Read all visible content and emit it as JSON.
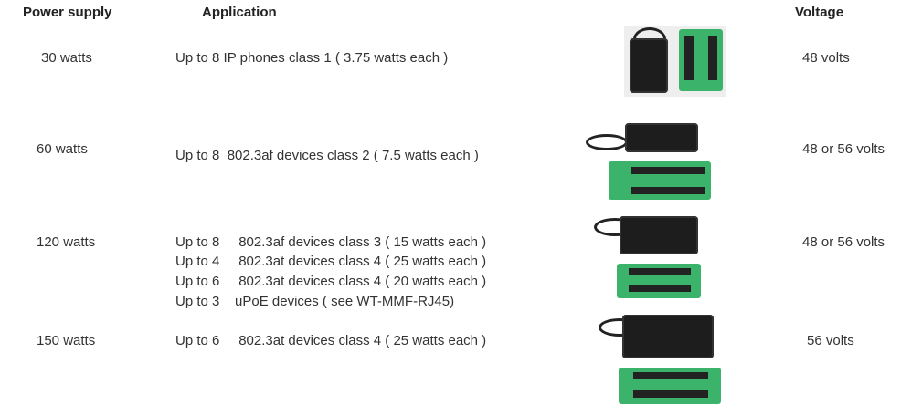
{
  "headers": {
    "power": "Power supply",
    "application": "Application",
    "voltage": "Voltage"
  },
  "rows": [
    {
      "power": "30 watts",
      "application": [
        "Up to 8 IP phones class 1 ( 3.75 watts each )"
      ],
      "voltage": "48 volts"
    },
    {
      "power": "60 watts",
      "application": [
        "Up to 8  802.3af devices class 2 ( 7.5 watts each )"
      ],
      "voltage": "48 or 56 volts"
    },
    {
      "power": "120 watts",
      "application": [
        "Up to 8     802.3af devices class 3 ( 15 watts each )",
        "Up to 4     802.3at devices class 4 ( 25 watts each )",
        "Up to 6     802.3at devices class 4 ( 20 watts each )",
        "Up to 3    uPoE devices ( see WT-MMF-RJ45)"
      ],
      "voltage": "48 or 56 volts"
    },
    {
      "power": "150 watts",
      "application": [
        "Up to 6     802.3at devices class 4 ( 25 watts each )"
      ],
      "voltage": "56 volts"
    }
  ]
}
